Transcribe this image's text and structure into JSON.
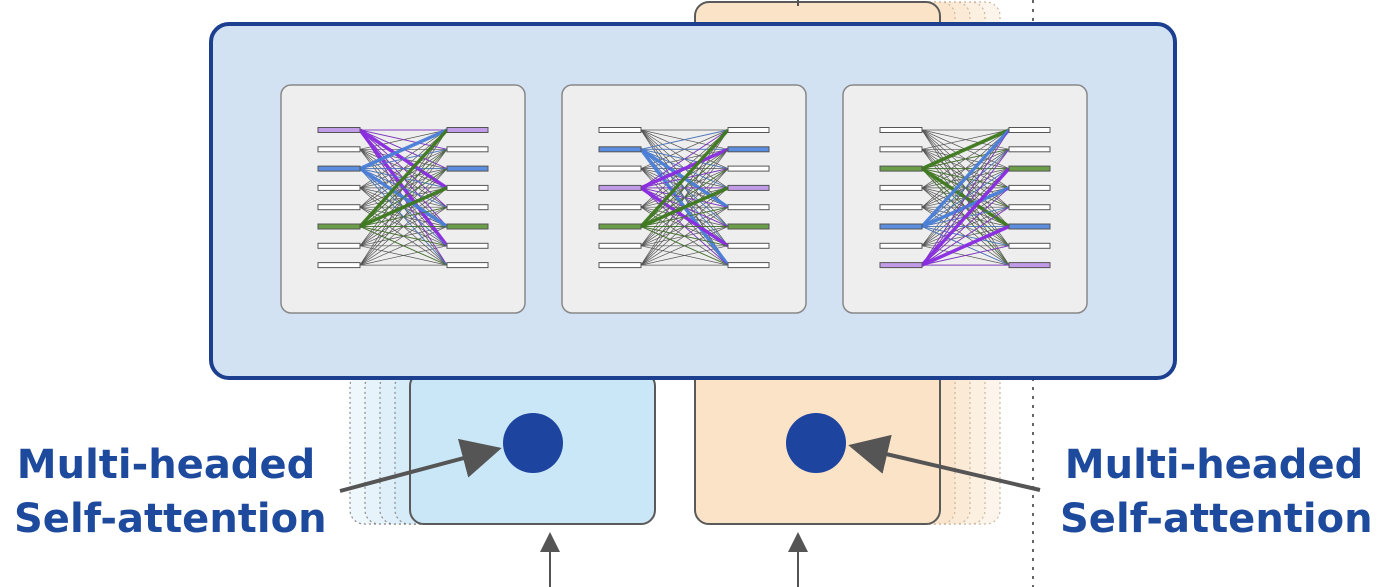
{
  "labels": {
    "left_line1": "Multi-headed",
    "left_line2": "Self-attention",
    "right_line1": "Multi-headed",
    "right_line2": "Self-attention"
  },
  "colors": {
    "label_text": "#1e4a9e",
    "container_fill": "#d3e2f3",
    "container_border": "#1c3f8f",
    "panel_fill": "#eeeeee",
    "panel_border": "#888888",
    "encoder_fill": "#c9e7f7",
    "decoder_fill": "#fbe3c7",
    "dot_fill": "#1d45a0",
    "arrow": "#555555",
    "purple": "#8a2be2",
    "blue": "#4a7fd9",
    "green": "#3e7a1f",
    "neutral_line": "#555555"
  },
  "attention_panels": [
    {
      "name": "attention-head-1",
      "highlights": [
        {
          "row": 0,
          "color": "purple"
        },
        {
          "row": 2,
          "color": "blue"
        },
        {
          "row": 5,
          "color": "green"
        }
      ]
    },
    {
      "name": "attention-head-2",
      "highlights": [
        {
          "row": 1,
          "color": "blue"
        },
        {
          "row": 3,
          "color": "purple"
        },
        {
          "row": 5,
          "color": "green"
        }
      ]
    },
    {
      "name": "attention-head-3",
      "highlights": [
        {
          "row": 2,
          "color": "green"
        },
        {
          "row": 5,
          "color": "blue"
        },
        {
          "row": 7,
          "color": "purple"
        }
      ]
    }
  ],
  "tokens_per_side": 8
}
